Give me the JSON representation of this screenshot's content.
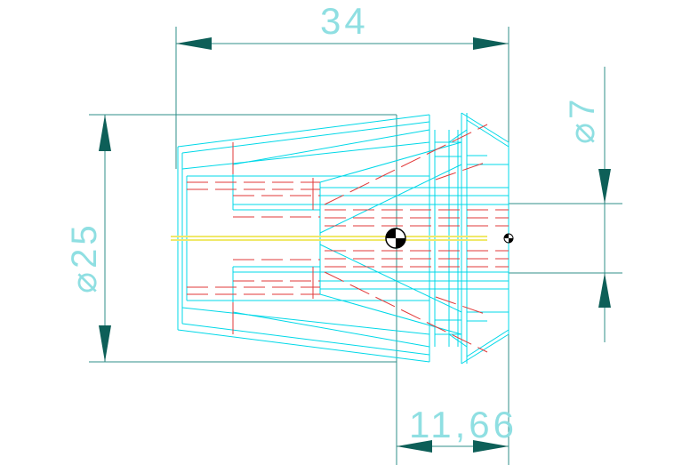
{
  "drawing": {
    "title": "",
    "colors": {
      "background": "#ffffff",
      "outline": "#00d8e8",
      "dimension": "#2f8f88",
      "hidden": "#e23a3a",
      "axis": "#f0e96a",
      "arrow": "#0d5f58"
    },
    "dimensions": {
      "length_label": "34",
      "diameter_outer_label": "⌀25",
      "diameter_inner_label": "⌀7",
      "offset_label": "11,66"
    },
    "symbols": {
      "center_of_gravity": "center-of-gravity-symbol",
      "reference_point": "reference-point-symbol"
    }
  }
}
